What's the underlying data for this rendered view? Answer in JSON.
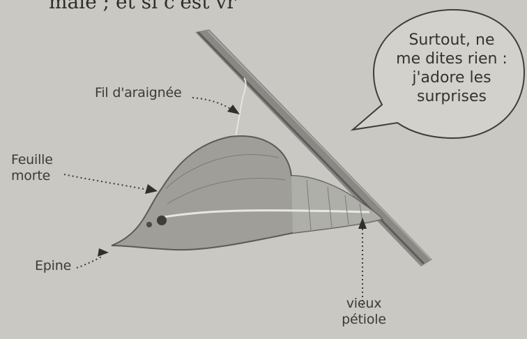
{
  "top_fragment": "mâle ; et si c'est vr",
  "labels": {
    "fil": "Fil d'araignée",
    "feuille": [
      "Feuille",
      "morte"
    ],
    "epine": "Epine",
    "petiole": [
      "vieux",
      "pétiole"
    ]
  },
  "bubble": [
    "Surtout, ne",
    "me dites rien :",
    "j'adore les",
    "surprises"
  ]
}
